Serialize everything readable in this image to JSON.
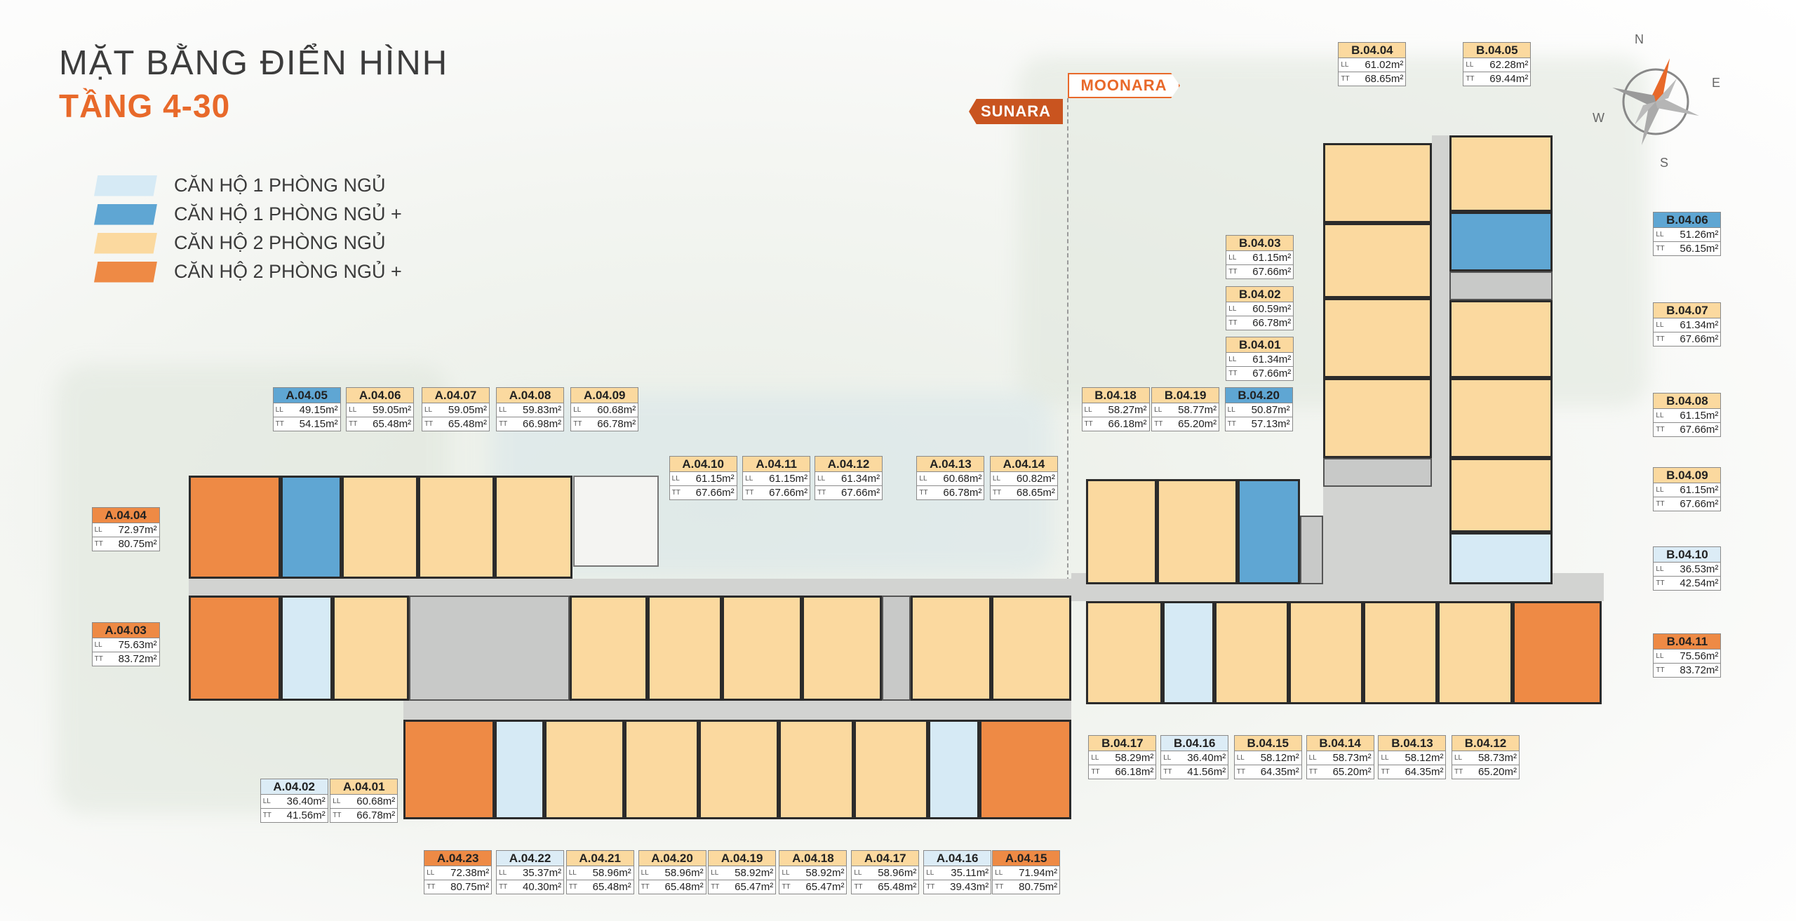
{
  "header": {
    "title": "MẶT BẰNG ĐIỂN HÌNH",
    "subtitle": "TẦNG 4-30"
  },
  "legend": [
    {
      "label": "CĂN HỘ 1 PHÒNG NGỦ",
      "color": "#d6eaf5"
    },
    {
      "label": "CĂN HỘ 1 PHÒNG NGỦ +",
      "color": "#5fa6d3"
    },
    {
      "label": "CĂN HỘ 2 PHÒNG NGỦ",
      "color": "#fbd99f"
    },
    {
      "label": "CĂN HỘ 2 PHÒNG NGỦ +",
      "color": "#ee8a45"
    }
  ],
  "direction_tags": {
    "left": "SUNARA",
    "right": "MOONARA"
  },
  "compass": {
    "n": "N",
    "e": "E",
    "s": "S",
    "w": "W"
  },
  "area_labels": {
    "ll": "LL",
    "tt": "TT"
  },
  "units": [
    {
      "id": "A.04.01",
      "type": "2pn",
      "ll": "60.68m²",
      "tt": "66.78m²"
    },
    {
      "id": "A.04.02",
      "type": "1pn",
      "ll": "36.40m²",
      "tt": "41.56m²"
    },
    {
      "id": "A.04.03",
      "type": "2pn+",
      "ll": "75.63m²",
      "tt": "83.72m²"
    },
    {
      "id": "A.04.04",
      "type": "2pn+",
      "ll": "72.97m²",
      "tt": "80.75m²"
    },
    {
      "id": "A.04.05",
      "type": "1pn+",
      "ll": "49.15m²",
      "tt": "54.15m²"
    },
    {
      "id": "A.04.06",
      "type": "2pn",
      "ll": "59.05m²",
      "tt": "65.48m²"
    },
    {
      "id": "A.04.07",
      "type": "2pn",
      "ll": "59.05m²",
      "tt": "65.48m²"
    },
    {
      "id": "A.04.08",
      "type": "2pn",
      "ll": "59.83m²",
      "tt": "66.98m²"
    },
    {
      "id": "A.04.09",
      "type": "2pn",
      "ll": "60.68m²",
      "tt": "66.78m²"
    },
    {
      "id": "A.04.10",
      "type": "2pn",
      "ll": "61.15m²",
      "tt": "67.66m²"
    },
    {
      "id": "A.04.11",
      "type": "2pn",
      "ll": "61.15m²",
      "tt": "67.66m²"
    },
    {
      "id": "A.04.12",
      "type": "2pn",
      "ll": "61.34m²",
      "tt": "67.66m²"
    },
    {
      "id": "A.04.13",
      "type": "2pn",
      "ll": "60.68m²",
      "tt": "66.78m²"
    },
    {
      "id": "A.04.14",
      "type": "2pn",
      "ll": "60.82m²",
      "tt": "68.65m²"
    },
    {
      "id": "A.04.15",
      "type": "2pn+",
      "ll": "71.94m²",
      "tt": "80.75m²"
    },
    {
      "id": "A.04.16",
      "type": "1pn",
      "ll": "35.11m²",
      "tt": "39.43m²"
    },
    {
      "id": "A.04.17",
      "type": "2pn",
      "ll": "58.96m²",
      "tt": "65.48m²"
    },
    {
      "id": "A.04.18",
      "type": "2pn",
      "ll": "58.92m²",
      "tt": "65.47m²"
    },
    {
      "id": "A.04.19",
      "type": "2pn",
      "ll": "58.92m²",
      "tt": "65.47m²"
    },
    {
      "id": "A.04.20",
      "type": "2pn",
      "ll": "58.96m²",
      "tt": "65.48m²"
    },
    {
      "id": "A.04.21",
      "type": "2pn",
      "ll": "58.96m²",
      "tt": "65.48m²"
    },
    {
      "id": "A.04.22",
      "type": "1pn",
      "ll": "35.37m²",
      "tt": "40.30m²"
    },
    {
      "id": "A.04.23",
      "type": "2pn+",
      "ll": "72.38m²",
      "tt": "80.75m²"
    },
    {
      "id": "B.04.01",
      "type": "2pn",
      "ll": "61.34m²",
      "tt": "67.66m²"
    },
    {
      "id": "B.04.02",
      "type": "2pn",
      "ll": "60.59m²",
      "tt": "66.78m²"
    },
    {
      "id": "B.04.03",
      "type": "2pn",
      "ll": "61.15m²",
      "tt": "67.66m²"
    },
    {
      "id": "B.04.04",
      "type": "2pn",
      "ll": "61.02m²",
      "tt": "68.65m²"
    },
    {
      "id": "B.04.05",
      "type": "2pn",
      "ll": "62.28m²",
      "tt": "69.44m²"
    },
    {
      "id": "B.04.06",
      "type": "1pn+",
      "ll": "51.26m²",
      "tt": "56.15m²"
    },
    {
      "id": "B.04.07",
      "type": "2pn",
      "ll": "61.34m²",
      "tt": "67.66m²"
    },
    {
      "id": "B.04.08",
      "type": "2pn",
      "ll": "61.15m²",
      "tt": "67.66m²"
    },
    {
      "id": "B.04.09",
      "type": "2pn",
      "ll": "61.15m²",
      "tt": "67.66m²"
    },
    {
      "id": "B.04.10",
      "type": "1pn",
      "ll": "36.53m²",
      "tt": "42.54m²"
    },
    {
      "id": "B.04.11",
      "type": "2pn+",
      "ll": "75.56m²",
      "tt": "83.72m²"
    },
    {
      "id": "B.04.12",
      "type": "2pn",
      "ll": "58.73m²",
      "tt": "65.20m²"
    },
    {
      "id": "B.04.13",
      "type": "2pn",
      "ll": "58.12m²",
      "tt": "64.35m²"
    },
    {
      "id": "B.04.14",
      "type": "2pn",
      "ll": "58.73m²",
      "tt": "65.20m²"
    },
    {
      "id": "B.04.15",
      "type": "2pn",
      "ll": "58.12m²",
      "tt": "64.35m²"
    },
    {
      "id": "B.04.16",
      "type": "1pn",
      "ll": "36.40m²",
      "tt": "41.56m²"
    },
    {
      "id": "B.04.17",
      "type": "2pn",
      "ll": "58.29m²",
      "tt": "66.18m²"
    },
    {
      "id": "B.04.18",
      "type": "2pn",
      "ll": "58.27m²",
      "tt": "66.18m²"
    },
    {
      "id": "B.04.19",
      "type": "2pn",
      "ll": "58.77m²",
      "tt": "65.20m²"
    },
    {
      "id": "B.04.20",
      "type": "1pn+",
      "ll": "50.87m²",
      "tt": "57.13m²"
    }
  ]
}
